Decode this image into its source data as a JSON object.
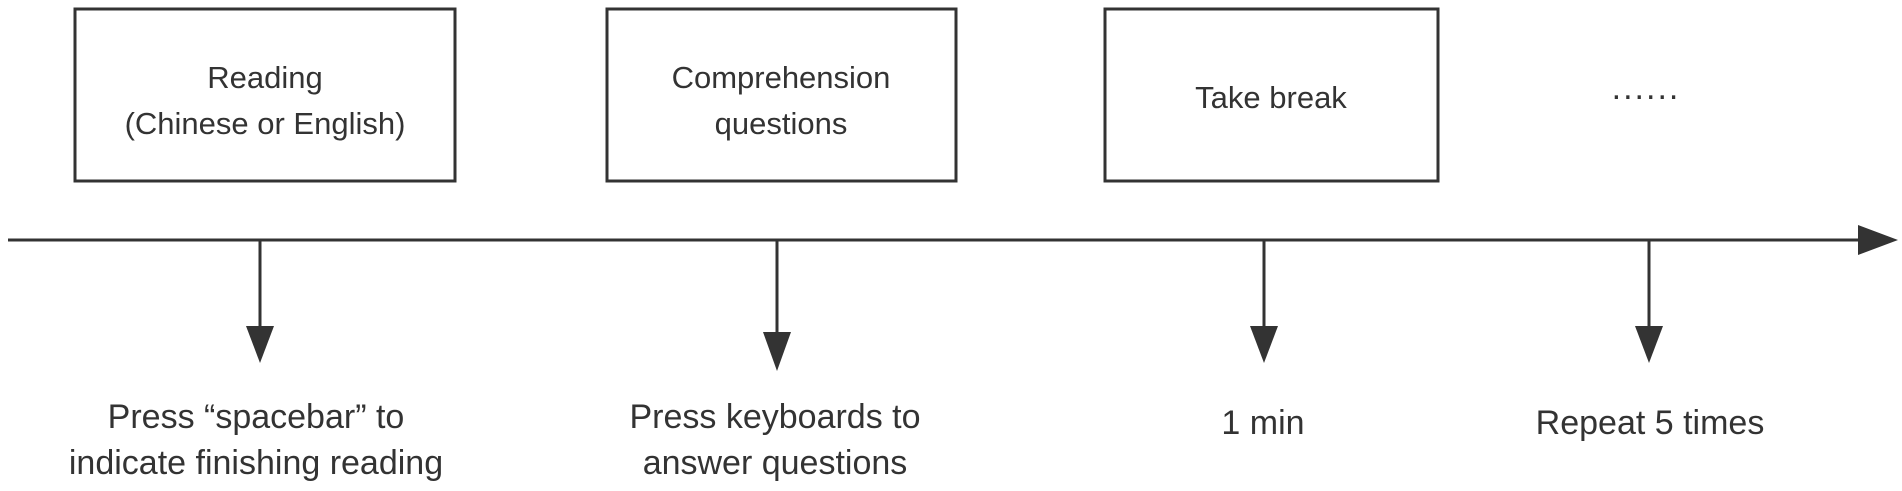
{
  "boxes": [
    {
      "lines": [
        "Reading",
        "(Chinese or English)"
      ]
    },
    {
      "lines": [
        "Comprehension",
        "questions"
      ]
    },
    {
      "lines": [
        "Take break"
      ]
    }
  ],
  "continuation": "......",
  "steps": [
    {
      "lines": [
        "Press “spacebar” to",
        "indicate finishing reading"
      ]
    },
    {
      "lines": [
        "Press keyboards to",
        "answer questions"
      ]
    },
    {
      "lines": [
        "1 min"
      ]
    },
    {
      "lines": [
        "Repeat 5 times"
      ]
    }
  ],
  "colors": {
    "stroke": "#333333",
    "text": "#333333",
    "background": "#ffffff"
  }
}
